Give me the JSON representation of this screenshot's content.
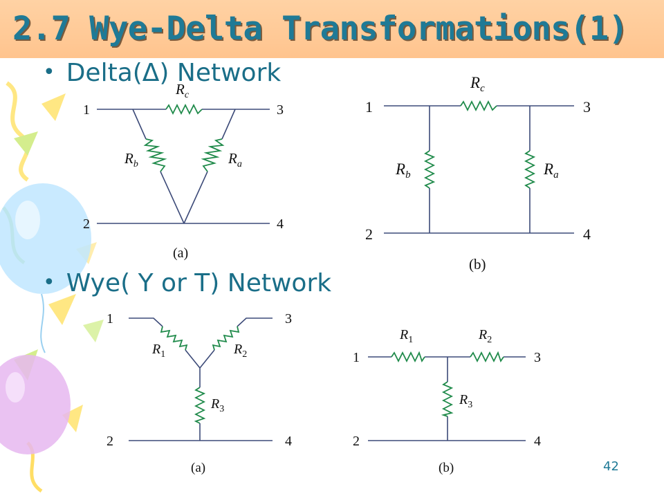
{
  "slide": {
    "title": "2.7 Wye-Delta Transformations(1)",
    "bullets": [
      "Delta(Δ) Network",
      "Wye( Y or T) Network"
    ],
    "page_number": "42"
  },
  "colors": {
    "title_bar": "#ffc48e",
    "title_text": "#1f7a96",
    "bullet_text": "#1a6e88",
    "wire": "#3c4a78",
    "resistor": "#1f8a4a"
  },
  "decorations": [
    "balloon",
    "party-streamers"
  ],
  "diagrams": {
    "delta_a": {
      "caption": "(a)",
      "nodes": [
        "1",
        "3",
        "2",
        "4"
      ],
      "resistors": [
        {
          "sym": "R",
          "sub": "c"
        },
        {
          "sym": "R",
          "sub": "b"
        },
        {
          "sym": "R",
          "sub": "a"
        }
      ]
    },
    "delta_b": {
      "caption": "(b)",
      "nodes": [
        "1",
        "3",
        "2",
        "4"
      ],
      "resistors": [
        {
          "sym": "R",
          "sub": "c"
        },
        {
          "sym": "R",
          "sub": "b"
        },
        {
          "sym": "R",
          "sub": "a"
        }
      ]
    },
    "wye_a": {
      "caption": "(a)",
      "nodes": [
        "1",
        "3",
        "2",
        "4"
      ],
      "resistors": [
        {
          "sym": "R",
          "sub": "1"
        },
        {
          "sym": "R",
          "sub": "2"
        },
        {
          "sym": "R",
          "sub": "3"
        }
      ]
    },
    "wye_b": {
      "caption": "(b)",
      "nodes": [
        "1",
        "3",
        "2",
        "4"
      ],
      "resistors": [
        {
          "sym": "R",
          "sub": "1"
        },
        {
          "sym": "R",
          "sub": "2"
        },
        {
          "sym": "R",
          "sub": "3"
        }
      ]
    }
  }
}
